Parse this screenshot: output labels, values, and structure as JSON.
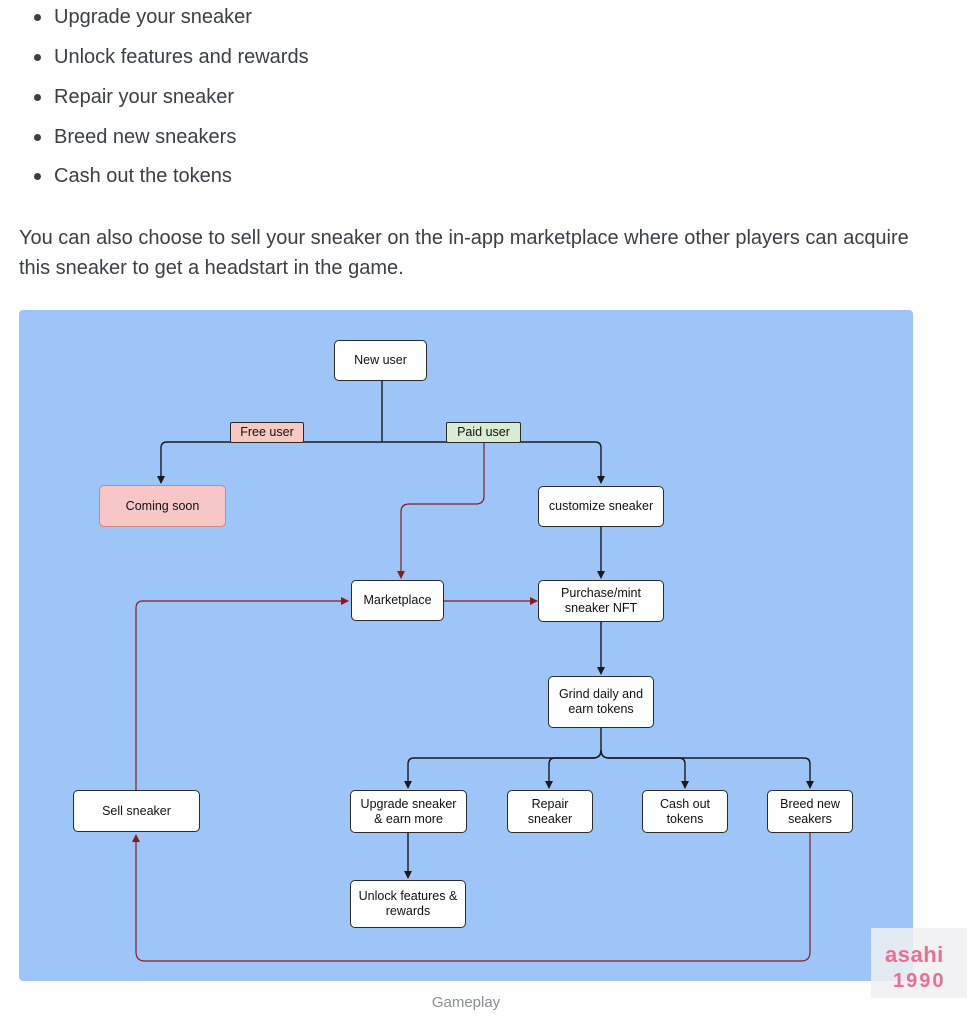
{
  "bullets": [
    "Upgrade your sneaker",
    "Unlock features and rewards",
    "Repair your sneaker",
    "Breed new sneakers",
    "Cash out the tokens"
  ],
  "paragraph": "You can also choose to sell your sneaker on the in-app marketplace where other players can acquire this sneaker to get a headstart in the game.",
  "diagram": {
    "nodes": {
      "new_user": "New user",
      "coming_soon": "Coming soon",
      "customize": "customize sneaker",
      "marketplace": "Marketplace",
      "purchase": "Purchase/mint\nsneaker NFT",
      "grind": "Grind daily and\nearn tokens",
      "sell": "Sell sneaker",
      "upgrade": "Upgrade sneaker\n& earn more",
      "repair": "Repair\nsneaker",
      "cashout": "Cash out\ntokens",
      "breed": "Breed new\nseakers",
      "unlock": "Unlock features &\nrewards"
    },
    "labels": {
      "free": "Free user",
      "paid": "Paid user"
    },
    "colors": {
      "background": "#9ec5f8",
      "black_edge": "#1a1a1a",
      "red_edge": "#8b1a1a",
      "coming_soon_fill": "#f7c6c6",
      "free_fill": "#f8c9c0",
      "paid_fill": "#d7ecd2"
    }
  },
  "caption": "Gameplay",
  "watermark": {
    "line1": "asahi",
    "line2": "1990"
  }
}
